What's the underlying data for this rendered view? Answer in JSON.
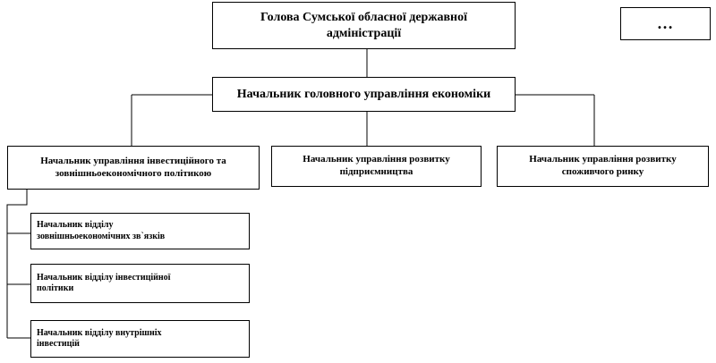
{
  "diagram": {
    "head": {
      "line1": "Голова Сумської обласної державної",
      "line2": "адміністрації"
    },
    "extra": {
      "label": "…"
    },
    "main": {
      "label": "Начальник головного управління економіки"
    },
    "departments": [
      {
        "line1": "Начальник управління інвестиційного та",
        "line2": "зовнішньоекономічного  політикою"
      },
      {
        "line1": "Начальник управління розвитку",
        "line2": "підприємництва"
      },
      {
        "line1": "Начальник управління розвитку",
        "line2": "споживчого ринку"
      }
    ],
    "subunits": [
      {
        "line1": "Начальник відділу",
        "line2": "зовнішньоекономічних  зв`язків"
      },
      {
        "line1": "Начальник відділу інвестиційної",
        "line2": "політики"
      },
      {
        "line1": "Начальник відділу внутрішніх",
        "line2": "інвестицій"
      }
    ]
  }
}
